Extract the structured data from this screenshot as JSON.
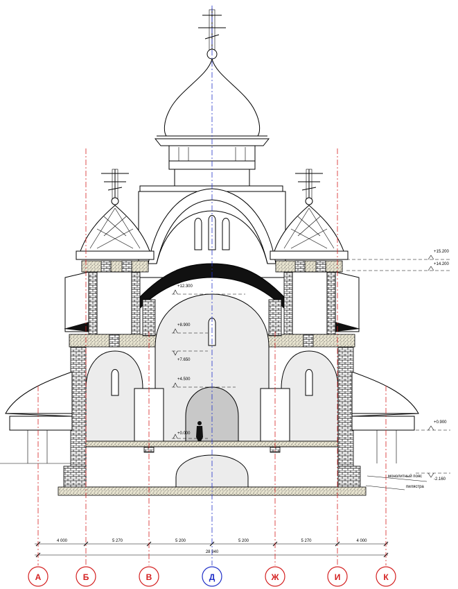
{
  "axes": [
    {
      "letter": "А",
      "color": "#d42020"
    },
    {
      "letter": "Б",
      "color": "#d42020"
    },
    {
      "letter": "В",
      "color": "#d42020"
    },
    {
      "letter": "Д",
      "color": "#2030c8"
    },
    {
      "letter": "Ж",
      "color": "#d42020"
    },
    {
      "letter": "И",
      "color": "#d42020"
    },
    {
      "letter": "К",
      "color": "#d42020"
    }
  ],
  "dimensions": {
    "spans": [
      "4 000",
      "5 270",
      "5 200",
      "5 200",
      "5 270",
      "4 000"
    ],
    "total": "28 940"
  },
  "elevations": {
    "right": [
      "+15.200",
      "+14.200",
      "+0.900",
      "-2.160"
    ],
    "interior": [
      "+12.300",
      "+8.900",
      "+7.650",
      "+4.500",
      "+0.000"
    ]
  },
  "annotations": {
    "belt": "монолитный пояс",
    "plinth": "пилястра"
  },
  "colors": {
    "axis_red": "#d42020",
    "axis_blue": "#2030c8"
  }
}
